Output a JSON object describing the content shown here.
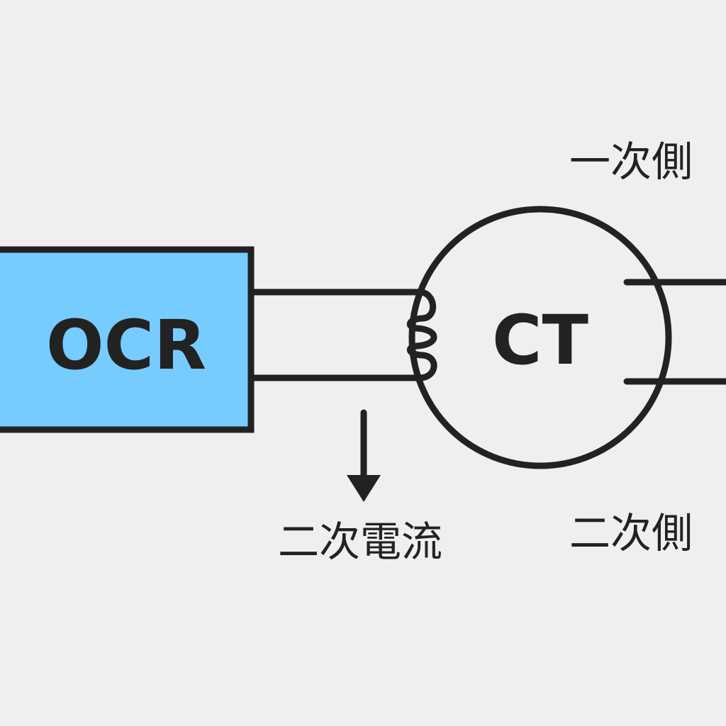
{
  "diagram": {
    "ocr_label": "OCR",
    "ct_label": "CT",
    "primary_side_label": "一次側",
    "secondary_side_label": "二次側",
    "secondary_current_label": "二次電流"
  },
  "colors": {
    "background": "#efefef",
    "ocr_fill": "#77ccff",
    "stroke": "#222222",
    "text": "#222222"
  }
}
